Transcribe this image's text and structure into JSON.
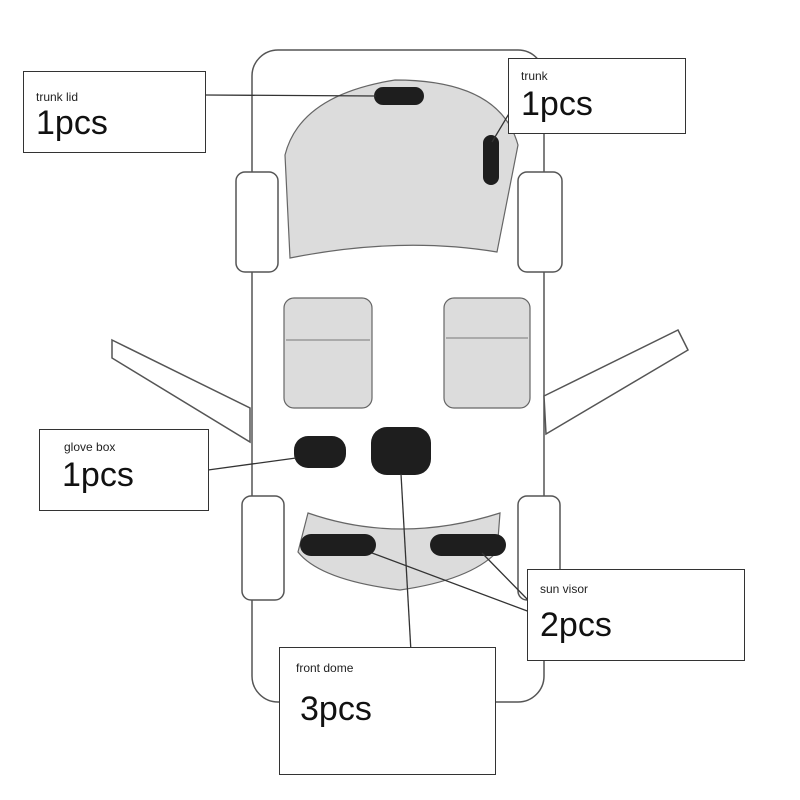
{
  "callouts": {
    "trunk_lid": {
      "name": "trunk lid",
      "count": "1pcs"
    },
    "trunk": {
      "name": "trunk",
      "count": "1pcs"
    },
    "glove_box": {
      "name": "glove box",
      "count": "1pcs"
    },
    "sun_visor": {
      "name": "sun visor",
      "count": "2pcs"
    },
    "front_dome": {
      "name": "front dome",
      "count": "3pcs"
    }
  },
  "colors": {
    "outline": "#555555",
    "panel_fill": "#dcdcdc",
    "light_marker": "#1e1e1e",
    "leader_line": "#333333"
  }
}
